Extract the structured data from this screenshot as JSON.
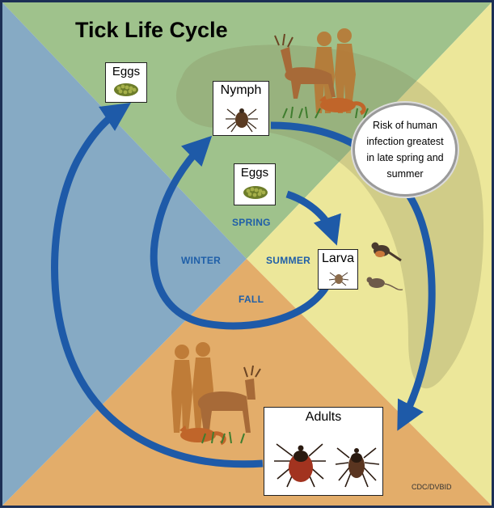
{
  "title": "Tick Life Cycle",
  "boxes": {
    "eggs_top": "Eggs",
    "nymph": "Nymph",
    "eggs_center": "Eggs",
    "larva": "Larva",
    "adults": "Adults"
  },
  "seasons": {
    "spring": "SPRING",
    "summer": "SUMMER",
    "fall": "FALL",
    "winter": "WINTER"
  },
  "risk_note": "Risk of human infection greatest in late spring and summer",
  "credit": "CDC/DVBID",
  "colors": {
    "spring": "#9fc28c",
    "summer": "#ece79a",
    "fall": "#e3ad6a",
    "winter": "#86aac4",
    "arrow": "#1e5aa8",
    "risk_band": "#8a8a5a",
    "frame": "#1c2f55"
  }
}
